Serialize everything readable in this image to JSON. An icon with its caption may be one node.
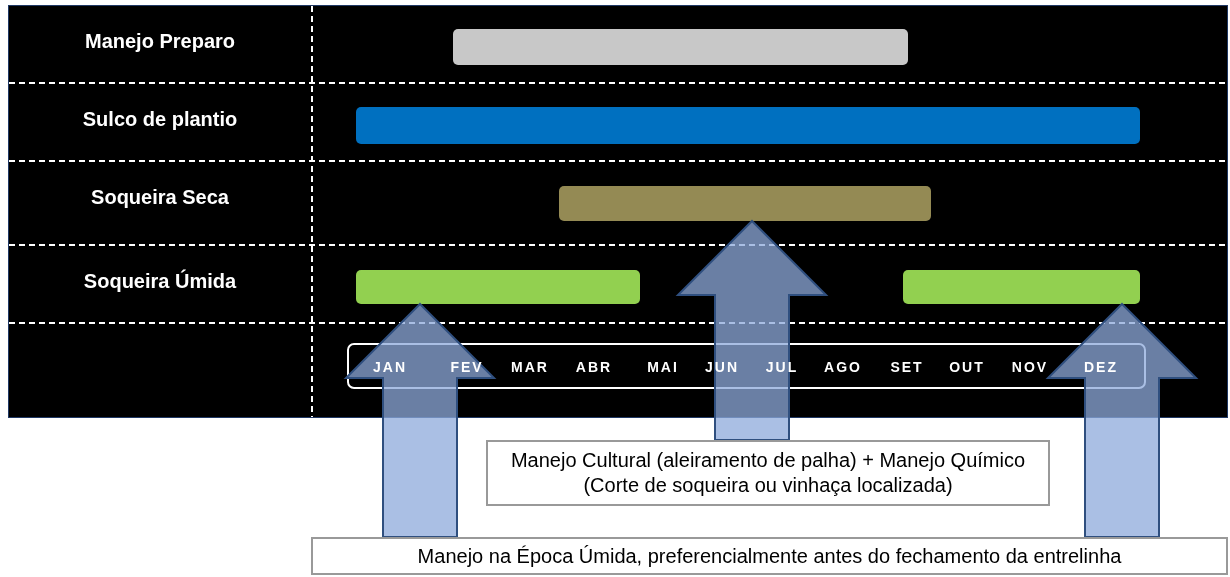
{
  "diagram": {
    "nodes": [
      {
        "text": [],
        "shape": "bar"
      },
      {
        "text": [],
        "shape": "bar"
      },
      {
        "text": [],
        "shape": "bar"
      },
      {
        "text": [],
        "shape": "bar"
      },
      {
        "text": [],
        "shape": "bar"
      },
      {
        "text": [
          "Manejo Cultural (aleiramento de palha) + Manejo Químico (Corte de soqueira ou vinhaça localizada)"
        ]
      },
      {
        "text": [
          "Manejo na Época Úmida, preferencialmente antes do fechamento da entrelinha"
        ]
      }
    ],
    "edges": [
      {
        "from": 5,
        "to": 2,
        "arrow": "to"
      },
      {
        "from": 6,
        "to": 3,
        "arrow": "to"
      },
      {
        "from": 6,
        "to": 4,
        "arrow": "to"
      }
    ],
    "labels": [
      "Manejo Preparo",
      "Sulco de plantio",
      "Soqueira Seca",
      "Soqueira Úmida",
      "JAN",
      "FEV",
      "MAR",
      "ABR",
      "MAI",
      "JUN",
      "JUL",
      "AGO",
      "SET",
      "OUT",
      "NOV",
      "DEZ"
    ]
  }
}
